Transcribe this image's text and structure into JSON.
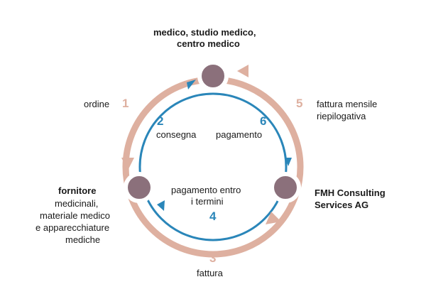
{
  "colors": {
    "outer_cycle": "#deb0a0",
    "inner_cycle": "#2a86b9",
    "node_fill": "#8b707b",
    "node_ring": "#ffffff",
    "text": "#1a1a1a"
  },
  "nodes": {
    "medico": {
      "title_line1": "medico, studio medico,",
      "title_line2": "centro medico"
    },
    "fornitore": {
      "title": "fornitore",
      "detail_line1": "medicinali,",
      "detail_line2": "materiale medico",
      "detail_line3": "e apparecchiature",
      "detail_line4": "mediche"
    },
    "fmh": {
      "title_line1": "FMH Consulting",
      "title_line2": "Services AG"
    }
  },
  "steps": [
    {
      "number": "1",
      "label": "ordine",
      "cycle": "outer"
    },
    {
      "number": "2",
      "label": "consegna",
      "cycle": "inner"
    },
    {
      "number": "3",
      "label": "fattura",
      "cycle": "outer"
    },
    {
      "number": "4",
      "label_line1": "pagamento entro",
      "label_line2": "i termini",
      "cycle": "inner"
    },
    {
      "number": "5",
      "label_line1": "fattura mensile",
      "label_line2": "riepilogativa",
      "cycle": "outer"
    },
    {
      "number": "6",
      "label": "pagamento",
      "cycle": "inner"
    }
  ]
}
